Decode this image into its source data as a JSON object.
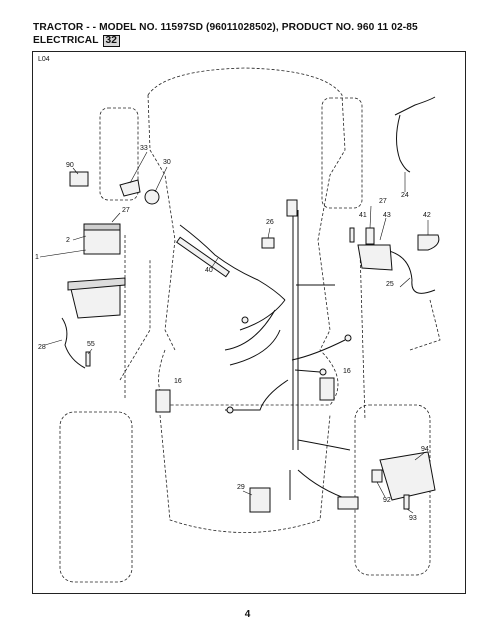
{
  "header": {
    "title_line1": "TRACTOR - - MODEL NO. 11597SD   (96011028502), PRODUCT NO. 960 11 02-85",
    "title_line2": "ELECTRICAL",
    "section_number": "32"
  },
  "diagram": {
    "code": "L04",
    "callouts": [
      {
        "id": "c90",
        "text": "90"
      },
      {
        "id": "c33",
        "text": "33"
      },
      {
        "id": "c30",
        "text": "30"
      },
      {
        "id": "c27a",
        "text": "27"
      },
      {
        "id": "c2",
        "text": "2"
      },
      {
        "id": "c1",
        "text": "1"
      },
      {
        "id": "c26",
        "text": "26"
      },
      {
        "id": "c40",
        "text": "40"
      },
      {
        "id": "c24",
        "text": "24"
      },
      {
        "id": "c27b",
        "text": "27"
      },
      {
        "id": "c41",
        "text": "41"
      },
      {
        "id": "c43",
        "text": "43"
      },
      {
        "id": "c42",
        "text": "42"
      },
      {
        "id": "c25",
        "text": "25"
      },
      {
        "id": "c28",
        "text": "28"
      },
      {
        "id": "c55",
        "text": "55"
      },
      {
        "id": "c16a",
        "text": "16"
      },
      {
        "id": "c16b",
        "text": "16"
      },
      {
        "id": "c94",
        "text": "94"
      },
      {
        "id": "c29",
        "text": "29"
      },
      {
        "id": "c92",
        "text": "92"
      },
      {
        "id": "c93",
        "text": "93"
      }
    ]
  },
  "page_number": "4"
}
